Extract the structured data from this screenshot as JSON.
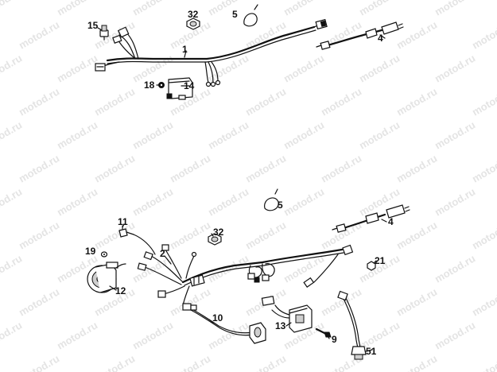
{
  "watermark": {
    "text": "motod.ru"
  },
  "callouts": {
    "c1": "1",
    "c2": "2",
    "c4a": "4",
    "c4b": "4",
    "c5a": "5",
    "c5b": "5",
    "c9": "9",
    "c10": "10",
    "c11": "11",
    "c12": "12",
    "c13": "13",
    "c14": "14",
    "c15": "15",
    "c18": "18",
    "c19": "19",
    "c21": "21",
    "c32a": "32",
    "c32b": "32",
    "c51": "51"
  },
  "colors": {
    "ink": "#111111",
    "watermark": "#e4e4e4",
    "background": "#ffffff"
  }
}
